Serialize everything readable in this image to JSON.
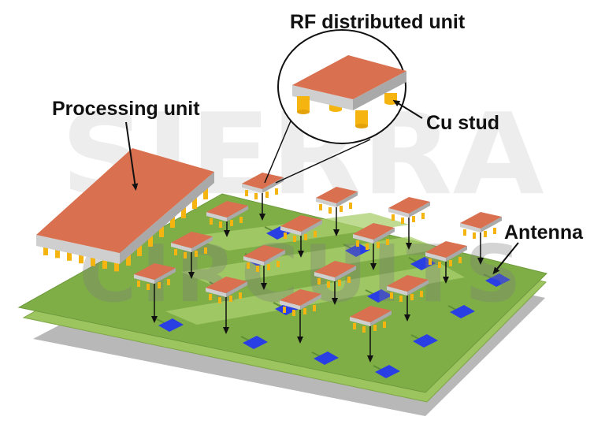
{
  "labels": {
    "rf_unit": "RF distributed unit",
    "processing_unit": "Processing unit",
    "cu_stud": "Cu stud",
    "antenna": "Antenna"
  },
  "watermark": {
    "line1": "SIERRA",
    "line2": "CIRCUITS"
  },
  "colors": {
    "chip_top": "#d9704f",
    "chip_side": "#c9c9c9",
    "stud": "#f5b40f",
    "board": "#7fae47",
    "board_lower": "#9cc45f",
    "board_trace": "#a9cf6c",
    "board_shadow": "#b3b3b3",
    "antenna": "#2a3fe3"
  }
}
